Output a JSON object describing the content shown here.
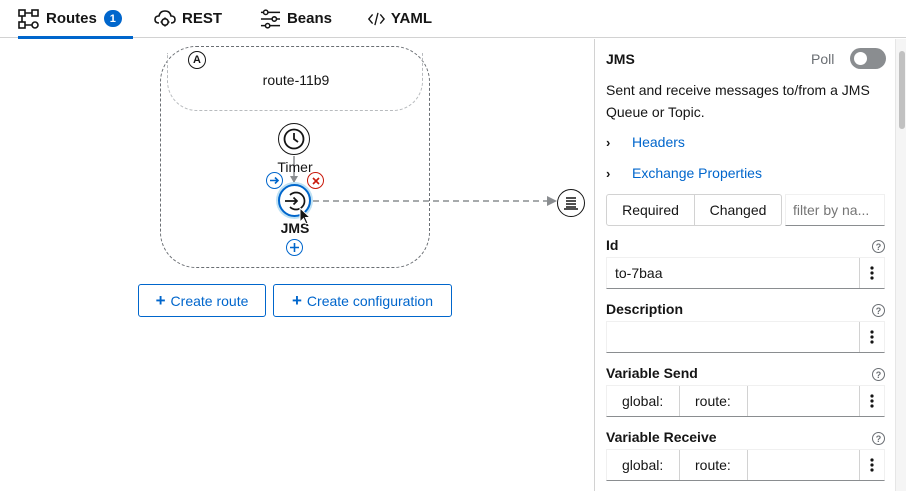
{
  "tabs": [
    {
      "label": "Routes",
      "badge": "1",
      "icon": "route-icon",
      "active": true
    },
    {
      "label": "REST",
      "icon": "rest-cloud-icon",
      "active": false
    },
    {
      "label": "Beans",
      "icon": "beans-sliders-icon",
      "active": false
    },
    {
      "label": "YAML",
      "icon": "code-icon",
      "active": false
    }
  ],
  "canvas": {
    "route": {
      "badge": "A",
      "name": "route-11b9"
    },
    "steps": [
      {
        "label": "Timer",
        "icon": "clock-icon"
      },
      {
        "label": "JMS",
        "icon": "jms-connector-icon",
        "selected": true
      }
    ],
    "buttons": {
      "create_route": "Create route",
      "create_configuration": "Create configuration"
    }
  },
  "panel": {
    "title": "JMS",
    "poll_label": "Poll",
    "poll_on": false,
    "description": "Sent and receive messages to/from a JMS Queue or Topic.",
    "expanders": [
      "Headers",
      "Exchange Properties"
    ],
    "filter_tabs": [
      "Required",
      "Changed"
    ],
    "filter_placeholder": "filter by na...",
    "fields": {
      "id": {
        "label": "Id",
        "value": "to-7baa"
      },
      "description": {
        "label": "Description",
        "value": ""
      },
      "variable_send": {
        "label": "Variable Send",
        "global": "global:",
        "route": "route:"
      },
      "variable_receive": {
        "label": "Variable Receive",
        "global": "global:",
        "route": "route:"
      }
    }
  },
  "colors": {
    "accent": "#0066cc",
    "danger": "#c9190b",
    "text": "#151515"
  }
}
